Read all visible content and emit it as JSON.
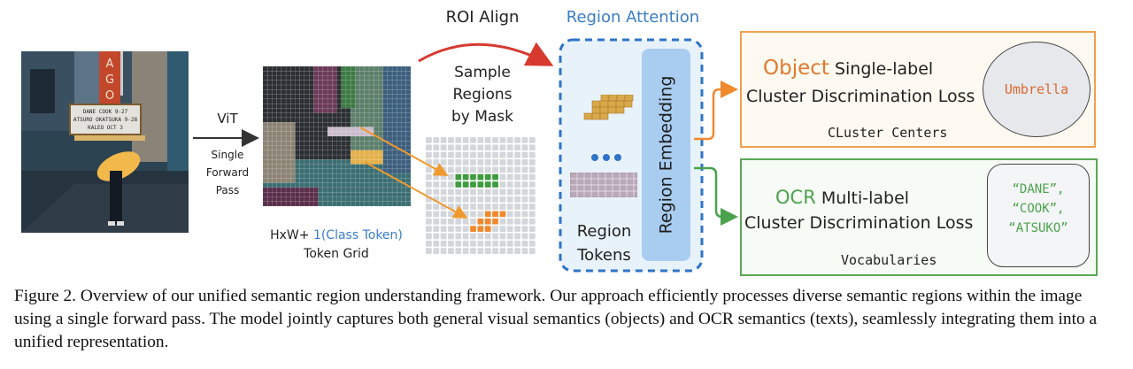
{
  "figure": {
    "photo": {
      "description": "street photo of person with yellow umbrella under theater marquee",
      "sign_letters": [
        "A",
        "G",
        "O"
      ],
      "marquee_lines": [
        "DANE COOK 9-27",
        "ATSURO OKATSUKA 9-28",
        "KALEO OCT 3"
      ]
    },
    "vit": {
      "label": "ViT",
      "sub_lines": [
        "Single",
        "Forward",
        "Pass"
      ]
    },
    "token_grid": {
      "caption_prefix": "HxW+ ",
      "caption_highlight": "1(Class Token)",
      "caption_line2": "Token Grid"
    },
    "roi_align": {
      "label": "ROI Align"
    },
    "sample": {
      "lines": [
        "Sample",
        "Regions",
        "by Mask"
      ]
    },
    "mask_grid": {
      "rows": 16,
      "cols": 15,
      "green_cells": [
        [
          5,
          4
        ],
        [
          5,
          5
        ],
        [
          5,
          6
        ],
        [
          5,
          7
        ],
        [
          5,
          8
        ],
        [
          5,
          9
        ],
        [
          6,
          4
        ],
        [
          6,
          5
        ],
        [
          6,
          6
        ],
        [
          6,
          7
        ],
        [
          6,
          8
        ],
        [
          6,
          9
        ]
      ],
      "orange_cells": [
        [
          10,
          8
        ],
        [
          10,
          9
        ],
        [
          10,
          10
        ],
        [
          11,
          7
        ],
        [
          11,
          8
        ],
        [
          11,
          9
        ],
        [
          12,
          6
        ],
        [
          12,
          7
        ],
        [
          12,
          8
        ]
      ],
      "colors": {
        "empty": "#d3d6db",
        "green": "#3f9b3f",
        "orange": "#f0892e"
      }
    },
    "region_attention": {
      "title": "Region Attention",
      "embedding_label": "Region Embedding",
      "tokens_label_lines": [
        "Region",
        "Tokens"
      ],
      "ellipsis": "•••"
    },
    "object_branch": {
      "keyword": "Object",
      "title_rest": " Single-label",
      "line2": "Cluster Discrimination Loss",
      "center_label": "Umbrella",
      "bottom_caption": "CLuster Centers",
      "color": "#e07a30"
    },
    "ocr_branch": {
      "keyword": "OCR",
      "title_rest": " Multi-label",
      "line2": "Cluster Discrimination Loss",
      "vocab": [
        "“DANE”,",
        "“COOK”,",
        "“ATSUKO”"
      ],
      "bottom_caption": "Vocabularies",
      "color": "#4aa24c"
    },
    "caption": "Figure 2. Overview of our unified semantic region understanding framework. Our approach efficiently processes diverse semantic regions within the image using a single forward pass.  The model jointly captures both general visual semantics (objects) and OCR semantics (texts), seamlessly integrating them into a unified representation."
  }
}
